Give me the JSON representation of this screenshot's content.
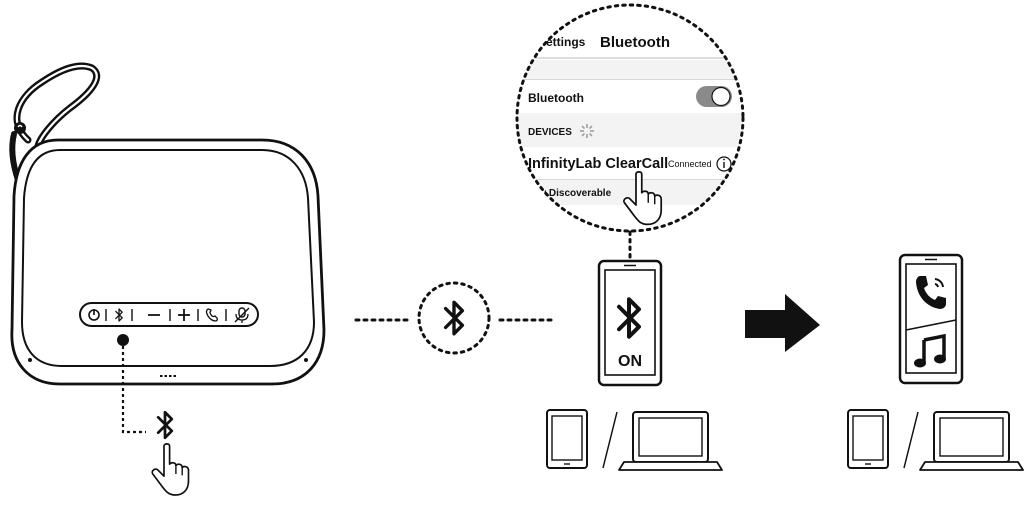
{
  "phone_screen": {
    "nav_back": "Settings",
    "nav_title": "Bluetooth",
    "bluetooth_row_label": "Bluetooth",
    "bluetooth_toggle_on": true,
    "devices_header": "DEVICES",
    "device_name": "InfinityLab ClearCall",
    "device_status": "Connected",
    "discoverable_text": "Now Discoverable"
  },
  "phone_center": {
    "state_text": "ON"
  },
  "icons": {
    "speaker": "speakerphone-device",
    "buttons": [
      "power-icon",
      "bluetooth-icon",
      "volume-down-icon",
      "volume-up-icon",
      "phone-icon",
      "mic-mute-icon"
    ],
    "bluetooth": "bluetooth-icon",
    "hand": "pointing-hand-icon",
    "arrow": "right-arrow-icon",
    "call": "phone-call-icon",
    "music": "music-note-icon",
    "tablet": "tablet-icon",
    "laptop": "laptop-icon"
  },
  "colors": {
    "ink": "#111111",
    "screen_bg": "#f3f3f3",
    "toggle": "#8a8a8a"
  }
}
